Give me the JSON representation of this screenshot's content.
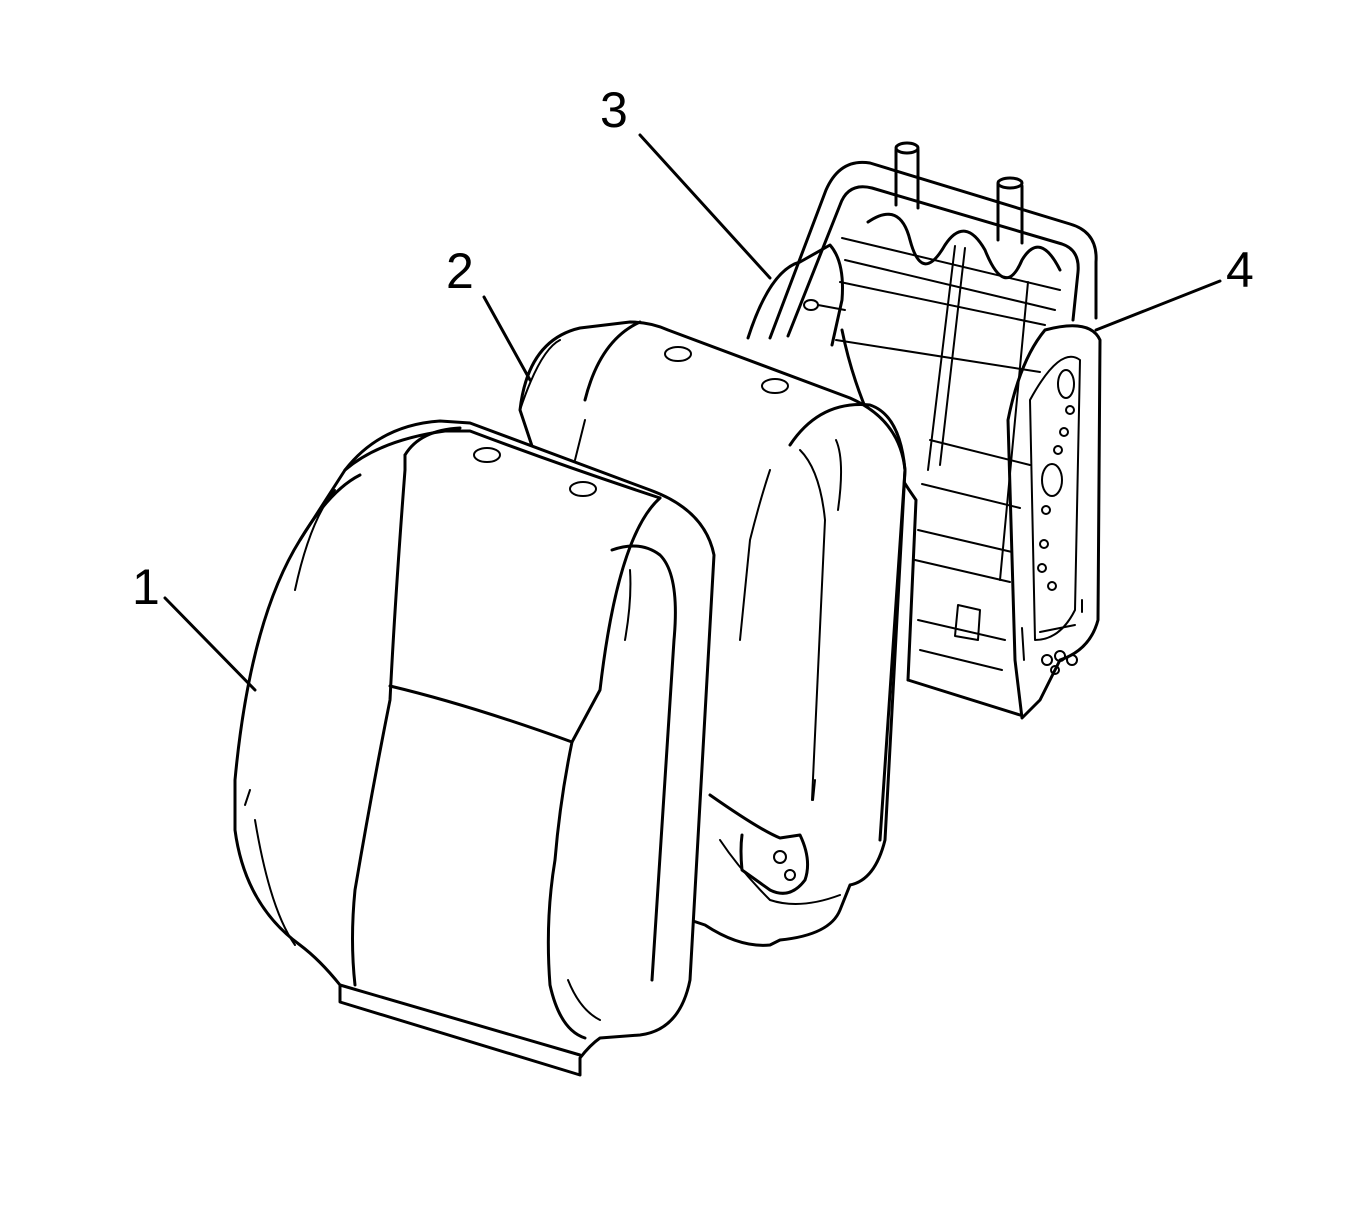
{
  "diagram": {
    "callouts": [
      {
        "id": "1",
        "label": "1"
      },
      {
        "id": "2",
        "label": "2"
      },
      {
        "id": "3",
        "label": "3"
      },
      {
        "id": "4",
        "label": "4"
      }
    ],
    "stroke_color": "#000000",
    "background_color": "#ffffff"
  }
}
